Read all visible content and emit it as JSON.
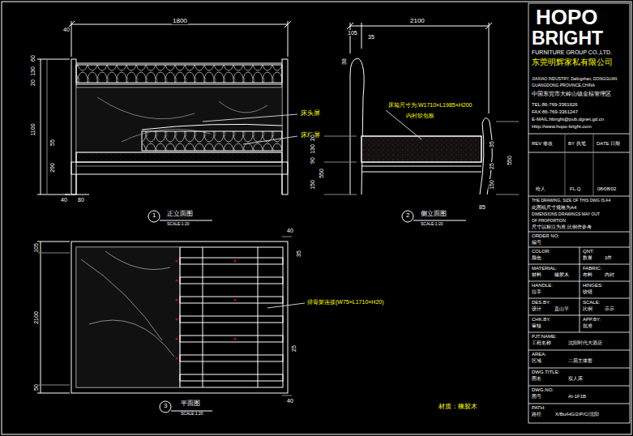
{
  "diagram": {
    "labels": [
      "1800",
      "40",
      "60",
      "130",
      "20",
      "1100",
      "55",
      "290",
      "40",
      "80",
      "床头屏",
      "床板屏",
      "1",
      "正立面图",
      "SCALE:1:20",
      "2100",
      "105",
      "35",
      "38",
      "床箱尺寸为:W1710×L1985×H200",
      "内衬软包板",
      "20",
      "130",
      "90",
      "550",
      "150",
      "35",
      "25",
      "550",
      "150",
      "85",
      "2",
      "侧立面图",
      "SCALE:1:20",
      "105",
      "2100",
      "50",
      "40",
      "35",
      "25",
      "40",
      "排骨架连接(W75×L1710×H20)",
      "3",
      "平面图",
      "SCALE:1:20",
      "材质：橡胶木",
      "HOPO",
      "BRIGHT",
      "FURNITURE GROUP CO.,LTD.",
      "东莞明辉家私有限公司",
      "JIAXIAO INDUSTRY, Dalingshan, DONGGUAN",
      "GUANGDONG PROVINCE,CHINA",
      "中国东莞市大岭山镇金桔管理区",
      "TEL:86-769-3361626",
      "FAX:86-769-3361247",
      "E-MAIL:hbright@pub.dgnet.gd.cn",
      "Http://www.hopo-bright.com",
      "REV 修改",
      "BY 执笔",
      "DATE 日期",
      "绘人",
      "FL.Q",
      "08/08/02",
      "THE DRAWING, SIZE OF THIS DWG IS A4",
      "此图纸尺寸规格为A4",
      "DIMENSIONS DRAWINGS MAY OUT",
      "OF PROPORTION",
      "尺寸以标注为准,比例作参考",
      "ORDER NO:",
      "编号",
      "COLOR:",
      "颜色",
      "QNT:",
      "数量",
      "1件",
      "MATERIAL:",
      "材料",
      "橡胶木",
      "FABRIC:",
      "布料",
      "内衬",
      "HANDLE:",
      "拉手",
      "HINGES:",
      "铰链",
      "DES.BY:",
      "设计",
      "直山平",
      "SCALE:",
      "比例",
      "示示",
      "CHK.BY:",
      "审核",
      "APP.BY:",
      "批准",
      "PJT.NAME:",
      "工程名称",
      "沈阳时代大酒店",
      "AREA:",
      "区域",
      "二层主体套",
      "DWG.TITLE:",
      "图名",
      "双人床",
      "DWG.NO:",
      "图号",
      "AI-1F1B",
      "PATH:",
      "路径",
      "X/Bu/HG/2/P/C/沈阳"
    ]
  }
}
